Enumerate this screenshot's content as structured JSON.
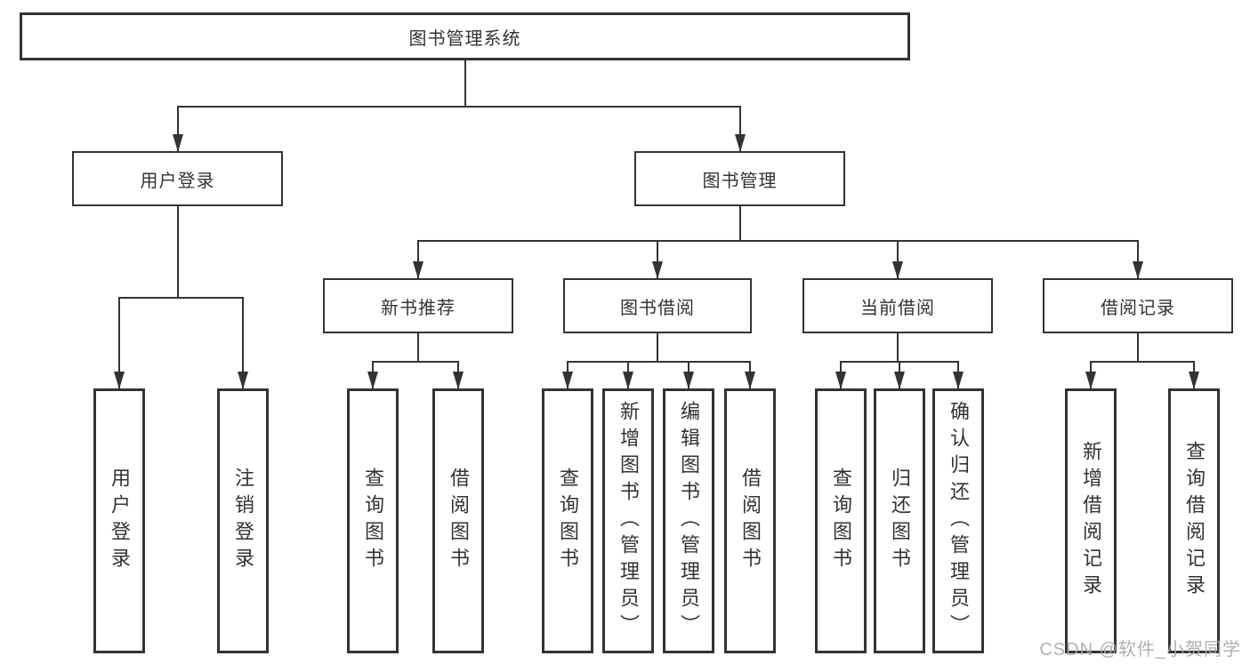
{
  "tree": {
    "label": "图书管理系统",
    "children": [
      {
        "label": "用户登录",
        "children": [
          {
            "label": "用户登录"
          },
          {
            "label": "注销登录"
          }
        ]
      },
      {
        "label": "图书管理",
        "children": [
          {
            "label": "新书推荐",
            "children": [
              {
                "label": "查询图书"
              },
              {
                "label": "借阅图书"
              }
            ]
          },
          {
            "label": "图书借阅",
            "children": [
              {
                "label": "查询图书"
              },
              {
                "label": "新增图书（管理员）"
              },
              {
                "label": "编辑图书（管理员）"
              },
              {
                "label": "借阅图书"
              }
            ]
          },
          {
            "label": "当前借阅",
            "children": [
              {
                "label": "查询图书"
              },
              {
                "label": "归还图书"
              },
              {
                "label": "确认归还（管理员）"
              }
            ]
          },
          {
            "label": "借阅记录",
            "children": [
              {
                "label": "新增借阅记录"
              },
              {
                "label": "查询借阅记录"
              }
            ]
          }
        ]
      }
    ]
  },
  "watermark": "CSDN @软件_小贺同学",
  "colors": {
    "line": "#333333",
    "box_border": "#333333",
    "box_fill": "#ffffff",
    "text": "#333333",
    "watermark": "#a8a8a8",
    "background": "#ffffff"
  }
}
